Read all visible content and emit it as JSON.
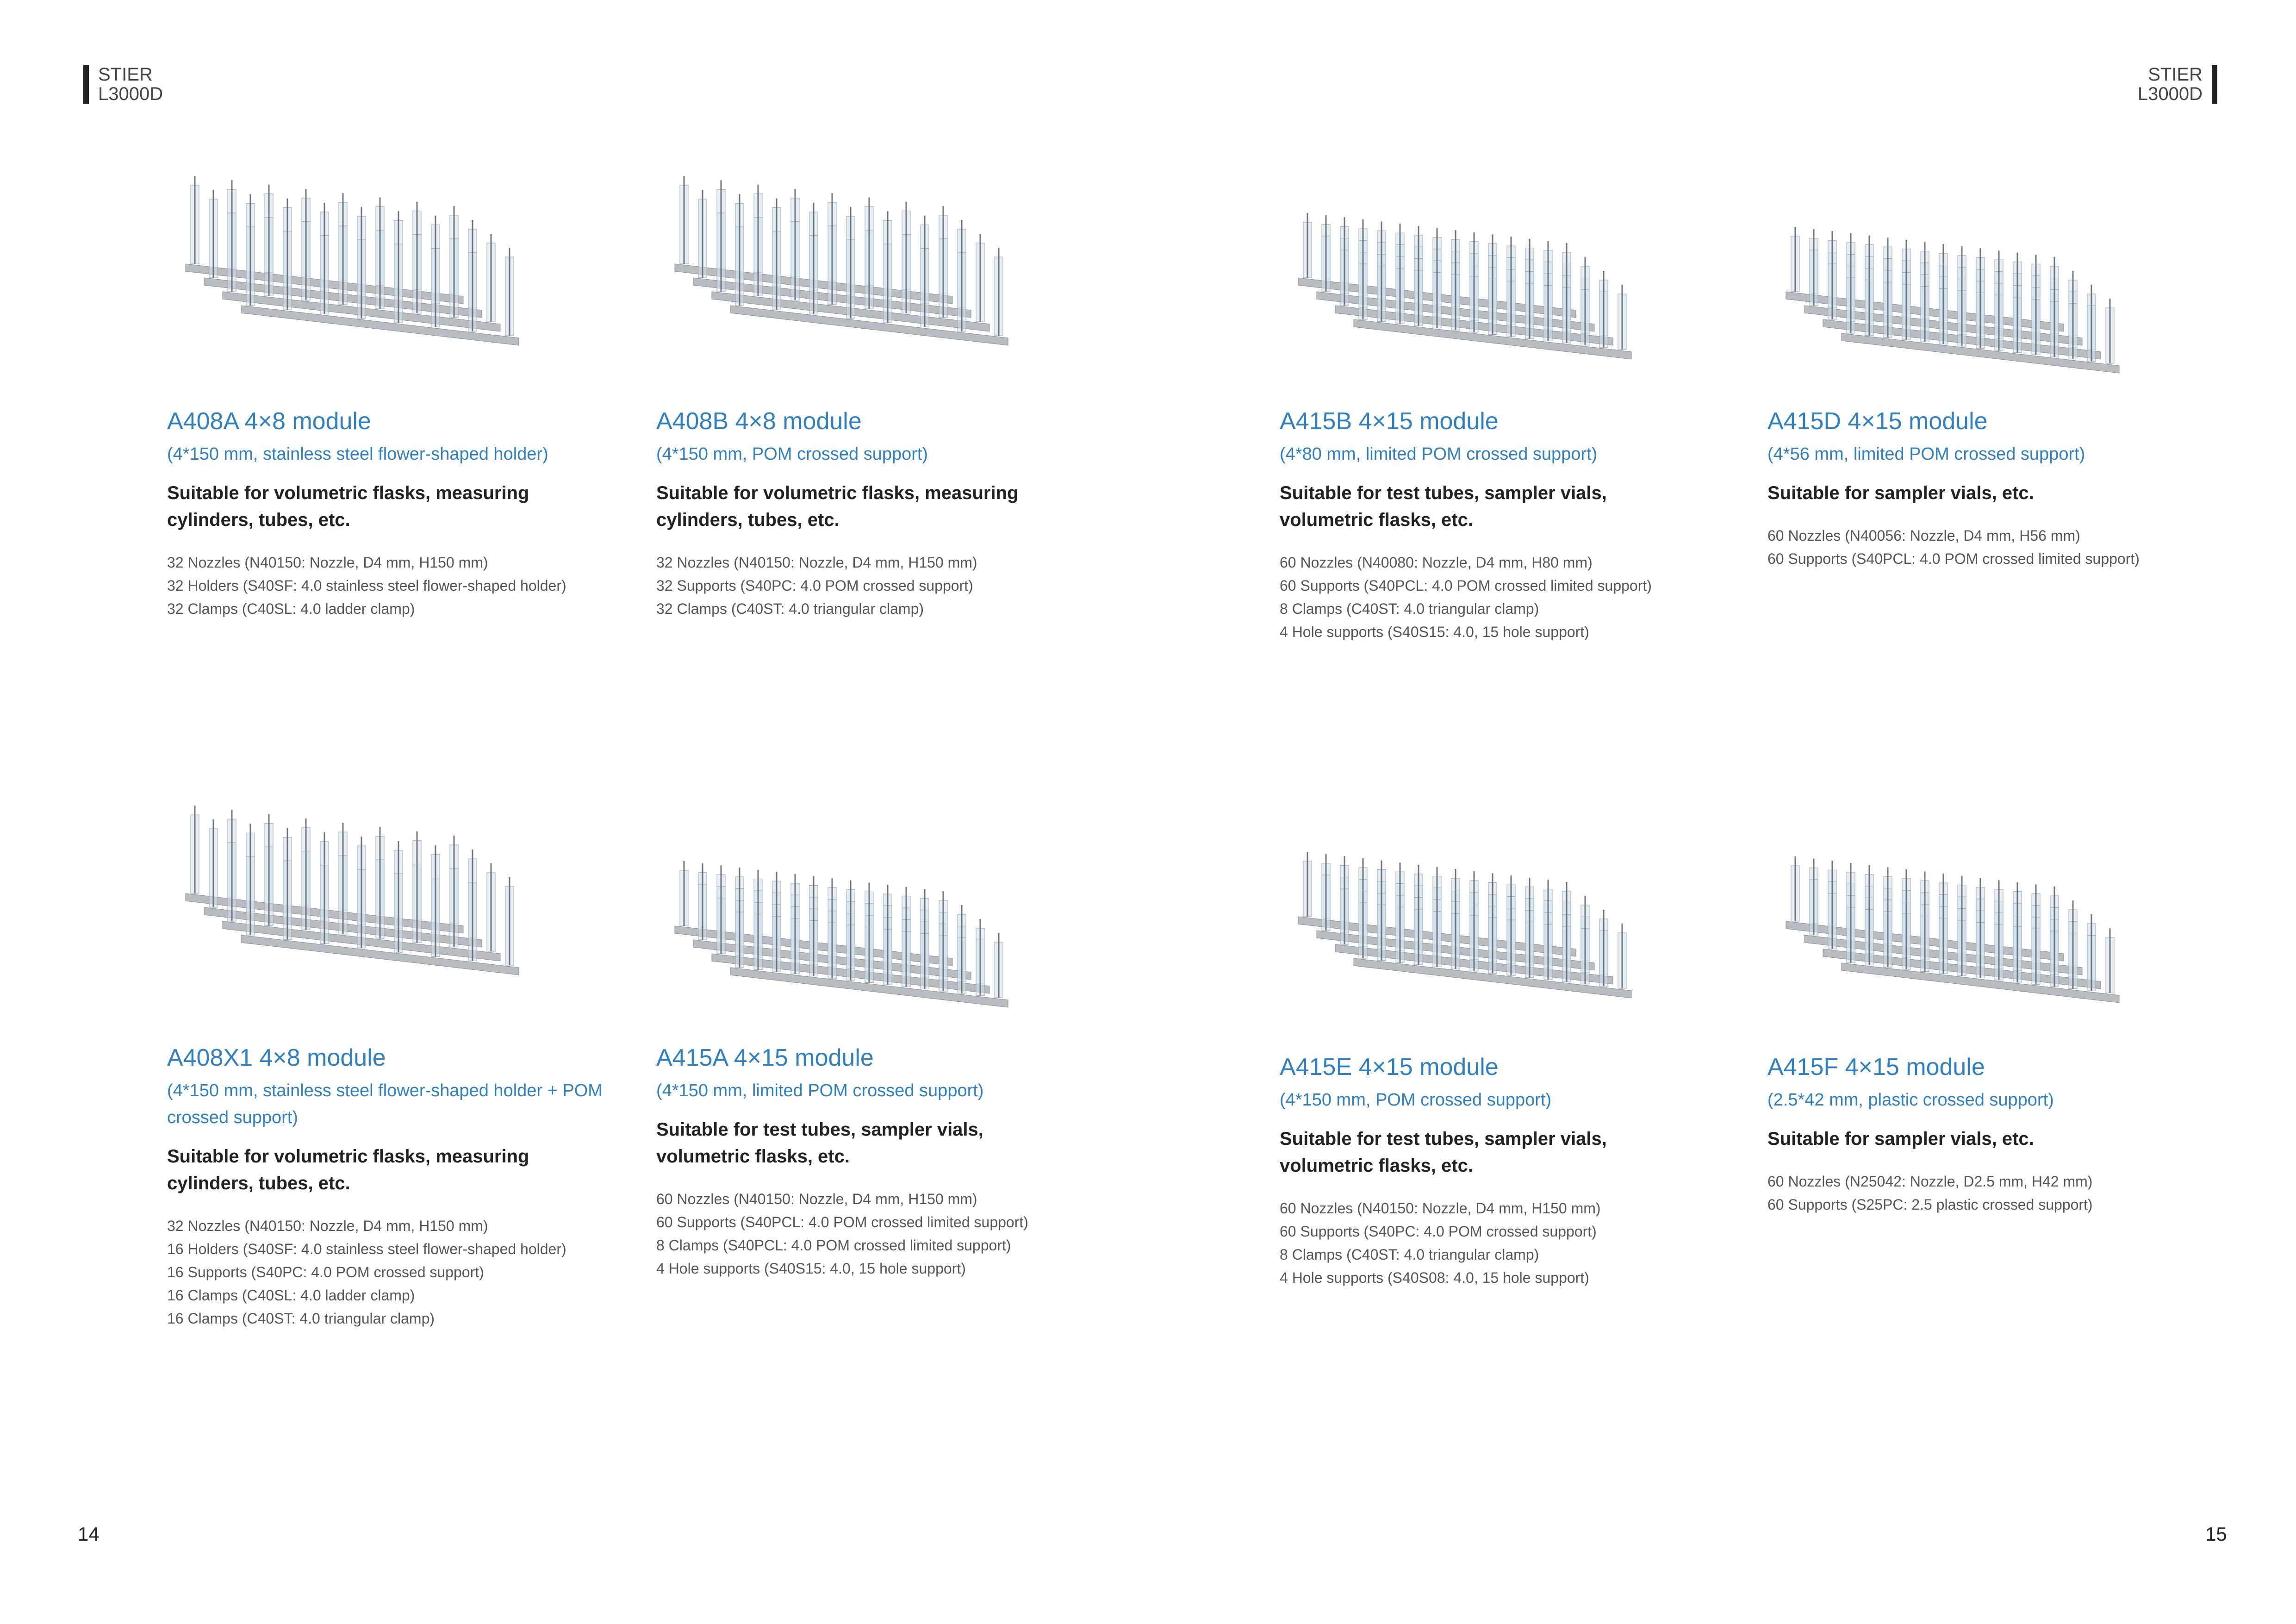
{
  "header": {
    "brand": "STIER",
    "model": "L3000D"
  },
  "pages": {
    "left": "14",
    "right": "15"
  },
  "colors": {
    "accent": "#2f7fc1",
    "text": "#222222",
    "muted": "#555555"
  },
  "modules": [
    {
      "title": "A408A  4×8 module",
      "subtitle": "(4*150 mm, stainless steel flower-shaped holder)",
      "description": "Suitable for volumetric flasks, measuring cylinders, tubes, etc.",
      "items": [
        "32 Nozzles (N40150: Nozzle, D4 mm, H150 mm)",
        "32 Holders (S40SF: 4.0 stainless steel flower-shaped holder)",
        "32 Clamps (C40SL: 4.0 ladder clamp)"
      ],
      "rods": 8
    },
    {
      "title": "A408B  4×8 module",
      "subtitle": "(4*150 mm, POM crossed support)",
      "description": "Suitable for volumetric flasks, measuring cylinders, tubes, etc.",
      "items": [
        "32 Nozzles (N40150: Nozzle, D4 mm, H150 mm)",
        "32 Supports (S40PC: 4.0 POM crossed support)",
        "32 Clamps (C40ST: 4.0 triangular clamp)"
      ],
      "rods": 8
    },
    {
      "title": "A415B  4×15 module",
      "subtitle": "(4*80 mm, limited POM crossed support)",
      "description": "Suitable for test tubes, sampler vials, volumetric flasks, etc.",
      "items": [
        "60 Nozzles (N40080: Nozzle, D4 mm, H80 mm)",
        "60 Supports (S40PCL: 4.0 POM crossed limited support)",
        "8 Clamps (C40ST: 4.0 triangular clamp)",
        "4 Hole supports (S40S15: 4.0, 15 hole support)"
      ],
      "rods": 15
    },
    {
      "title": "A415D  4×15 module",
      "subtitle": "(4*56 mm, limited POM crossed support)",
      "description": "Suitable for sampler vials, etc.",
      "items": [
        "60 Nozzles (N40056: Nozzle, D4 mm, H56 mm)",
        "60 Supports (S40PCL: 4.0 POM crossed limited support)"
      ],
      "rods": 15
    },
    {
      "title": "A408X1  4×8 module",
      "subtitle": "(4*150 mm, stainless steel flower-shaped holder + POM crossed support)",
      "description": "Suitable for volumetric flasks, measuring cylinders, tubes, etc.",
      "items": [
        "32 Nozzles (N40150: Nozzle, D4 mm, H150 mm)",
        "16 Holders (S40SF: 4.0 stainless steel flower-shaped holder)",
        "16 Supports (S40PC: 4.0 POM crossed support)",
        "16 Clamps (C40SL: 4.0 ladder clamp)",
        "16 Clamps (C40ST: 4.0 triangular clamp)"
      ],
      "rods": 8
    },
    {
      "title": "A415A  4×15 module",
      "subtitle": "(4*150 mm, limited POM crossed support)",
      "description": "Suitable for test tubes, sampler vials, volumetric flasks, etc.",
      "items": [
        "60 Nozzles (N40150: Nozzle, D4 mm, H150 mm)",
        "60 Supports (S40PCL: 4.0 POM crossed limited support)",
        "8 Clamps (S40PCL: 4.0 POM crossed limited support)",
        "4 Hole supports (S40S15: 4.0, 15 hole support)"
      ],
      "rods": 15
    },
    {
      "title": "A415E  4×15 module",
      "subtitle": "(4*150 mm, POM crossed support)",
      "description": "Suitable for test tubes, sampler vials, volumetric flasks, etc.",
      "items": [
        "60 Nozzles (N40150: Nozzle, D4 mm, H150 mm)",
        "60 Supports (S40PC: 4.0 POM crossed support)",
        "8 Clamps (C40ST: 4.0 triangular clamp)",
        "4 Hole supports (S40S08: 4.0, 15 hole support)"
      ],
      "rods": 15
    },
    {
      "title": "A415F  4×15 module",
      "subtitle": "(2.5*42 mm, plastic crossed support)",
      "description": "Suitable for sampler vials, etc.",
      "items": [
        "60 Nozzles (N25042: Nozzle, D2.5 mm, H42 mm)",
        "60 Supports (S25PC: 2.5 plastic crossed support)"
      ],
      "rods": 15
    }
  ]
}
